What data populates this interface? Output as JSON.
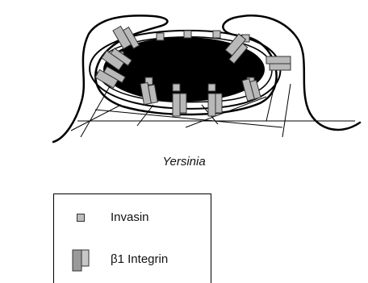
{
  "figure": {
    "caption": "Yersinia"
  },
  "legend": {
    "items": [
      {
        "id": "invasin",
        "label": "Invasin",
        "icon": "small-grey-square",
        "color": "#bdbdbd"
      },
      {
        "id": "integrin",
        "label": "β1 Integrin",
        "icon": "paired-grey-rectangles",
        "color": "#9a9a9a"
      }
    ]
  },
  "colors": {
    "bacterium": "#000000",
    "protein_fill": "#b9b9b9",
    "outline": "#000000"
  }
}
